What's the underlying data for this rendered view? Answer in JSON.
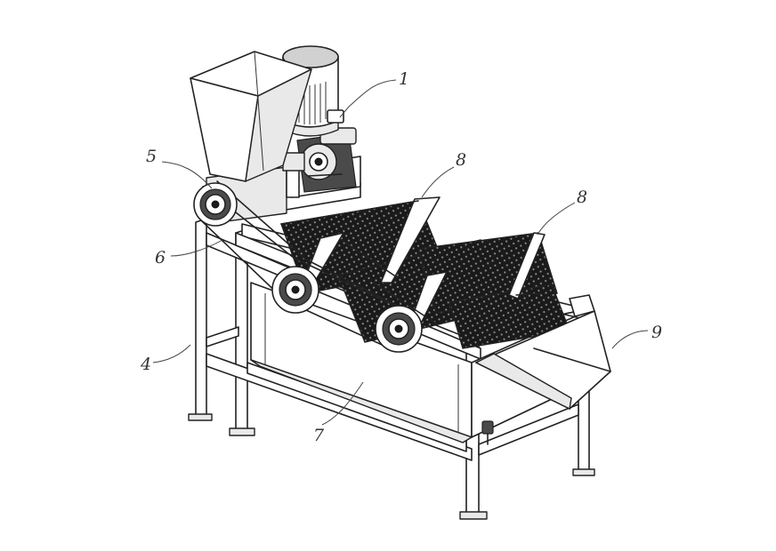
{
  "callouts": [
    {
      "id": "1",
      "label": "1",
      "part": "motor"
    },
    {
      "id": "4",
      "label": "4",
      "part": "frame"
    },
    {
      "id": "5",
      "label": "5",
      "part": "pulley"
    },
    {
      "id": "6",
      "label": "6",
      "part": "belt"
    },
    {
      "id": "7",
      "label": "7",
      "part": "tank"
    },
    {
      "id": "8a",
      "label": "8",
      "part": "screen"
    },
    {
      "id": "8b",
      "label": "8",
      "part": "screen"
    },
    {
      "id": "9",
      "label": "9",
      "part": "chute"
    }
  ],
  "colors": {
    "line": "#222222",
    "mesh": "#1c1c1c",
    "background": "#ffffff"
  }
}
